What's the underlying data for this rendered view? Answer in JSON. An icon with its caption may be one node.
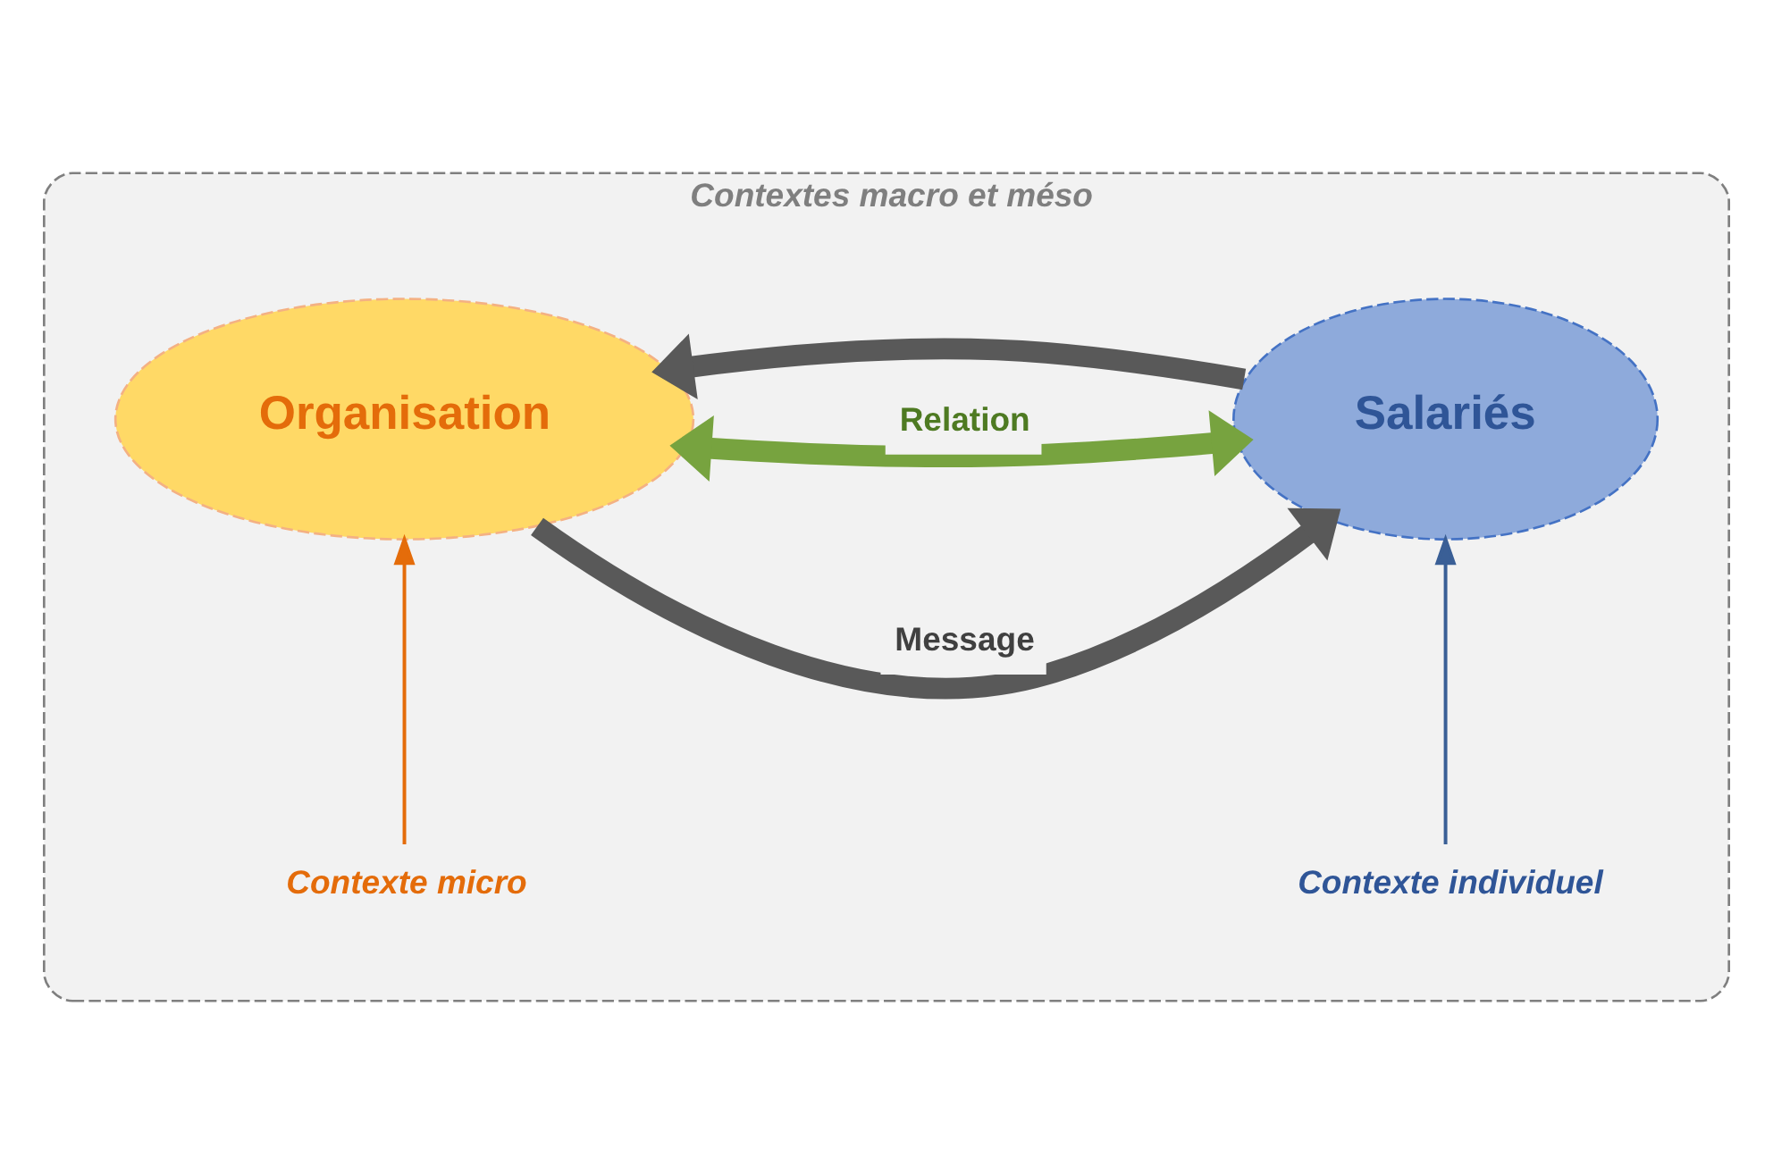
{
  "diagram": {
    "nodes": [
      {
        "text": [
          "Contextes macro et méso"
        ]
      },
      {
        "text": [
          "Organisation"
        ],
        "in": 0
      },
      {
        "text": [
          "Salariés"
        ],
        "in": 0
      },
      {
        "text": [
          "Contexte micro"
        ],
        "in": 0
      },
      {
        "text": [
          "Contexte individuel"
        ],
        "in": 0
      }
    ],
    "edges": [
      {
        "from": 1,
        "to": 2,
        "arrow": "to",
        "label": "Message"
      },
      {
        "from": 2,
        "to": 1,
        "arrow": "to"
      },
      {
        "from": 1,
        "to": 2,
        "arrow": "both",
        "label": "Relation",
        "color": "#77a33f"
      },
      {
        "from": 3,
        "to": 1,
        "arrow": "to",
        "color": "#e46c0a"
      },
      {
        "from": 4,
        "to": 2,
        "arrow": "to",
        "color": "#3a5f96"
      }
    ]
  }
}
